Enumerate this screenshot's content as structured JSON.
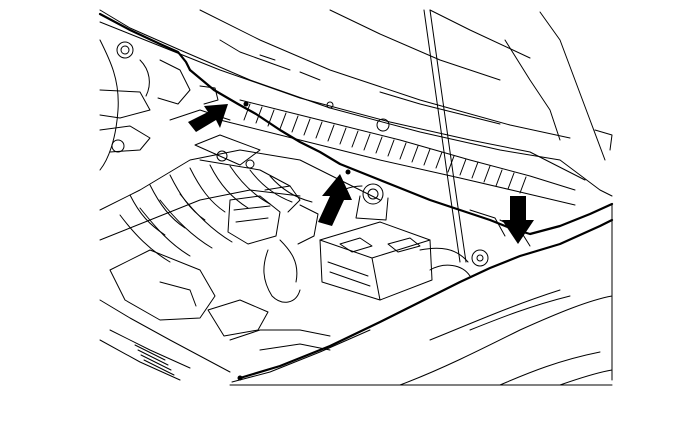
{
  "figure": {
    "subject": "engine-compartment-line-drawing",
    "ink_color": "#000000",
    "paper_color": "#ffffff",
    "arrows": [
      {
        "id": "left",
        "direction": "up-right"
      },
      {
        "id": "center",
        "direction": "up"
      },
      {
        "id": "right",
        "direction": "down"
      }
    ]
  }
}
